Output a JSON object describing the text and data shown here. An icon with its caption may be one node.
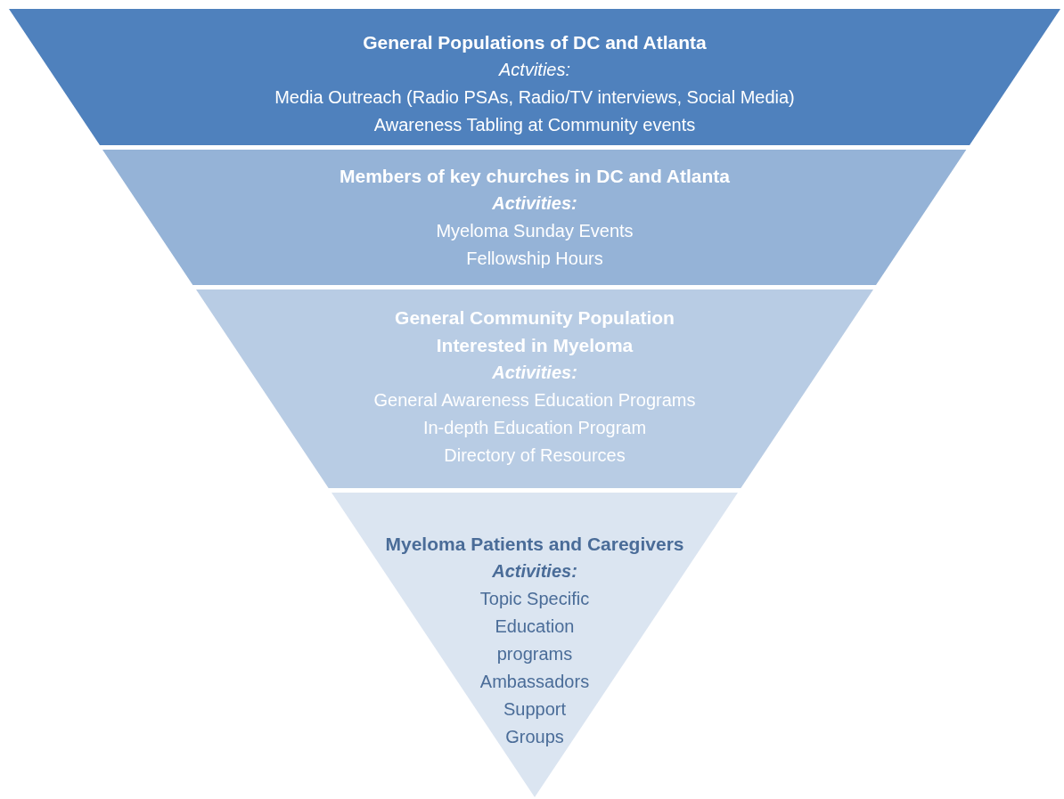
{
  "diagram": {
    "nodes": [
      {
        "text": [
          "General Populations of DC and Atlanta",
          "Actvities:",
          "Media Outreach (Radio PSAs, Radio/TV interviews, Social Media)",
          "Awareness Tabling at Community events"
        ]
      },
      {
        "text": [
          "Members of key churches in DC and Atlanta",
          "Activities:",
          "Myeloma Sunday Events",
          "Fellowship Hours"
        ]
      },
      {
        "text": [
          "General Community Population Interested in Myeloma",
          "Activities:",
          "General Awareness Education Programs",
          "In-depth Education Program",
          "Directory of Resources"
        ]
      },
      {
        "text": [
          "Myeloma Patients and Caregivers",
          "Activities:",
          "Topic Specific Education programs",
          "Ambassadors",
          "Support Groups"
        ]
      }
    ],
    "edges": []
  }
}
